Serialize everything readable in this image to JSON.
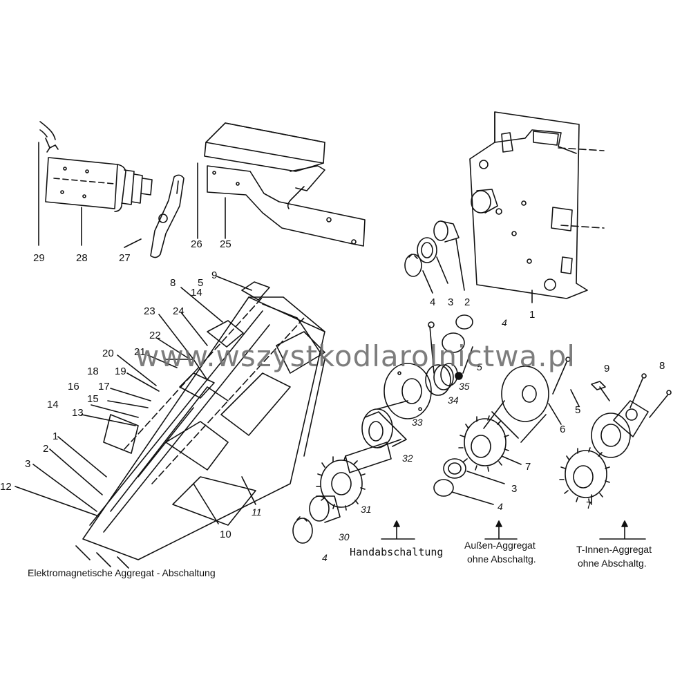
{
  "watermark": "www.wszystkodlarolnictwa.pl",
  "captions": {
    "electromagnetic": "Elektromagnetische Aggregat - Abschaltung",
    "manual": "Handabschaltung",
    "outer_line1": "Außen-Aggregat",
    "outer_line2": "ohne Abschaltg.",
    "inner_line1": "T-Innen-Aggregat",
    "inner_line2": "ohne Abschaltg."
  },
  "callouts": {
    "c29": "29",
    "c28": "28",
    "c27": "27",
    "c26": "26",
    "c25": "25",
    "c4a": "4",
    "c3a": "3",
    "c2a": "2",
    "c1a": "1",
    "c9a": "9",
    "c8a": "8",
    "c5a": "5",
    "c14a": "14",
    "c23": "23",
    "c24": "24",
    "c22": "22",
    "c21": "21",
    "c20": "20",
    "c19": "19",
    "c18": "18",
    "c17": "17",
    "c16": "16",
    "c15": "15",
    "c14b": "14",
    "c13": "13",
    "c1b": "1",
    "c2b": "2",
    "c3b": "3",
    "c12": "12",
    "c10": "10",
    "c11": "11",
    "c4b": "4",
    "c5b": "5",
    "c35": "35",
    "c34": "34",
    "c33": "33",
    "c32": "32",
    "c31": "31",
    "c30": "30",
    "c4c": "4",
    "c5c": "5",
    "c6": "6",
    "c7a": "7",
    "c3c": "3",
    "c4d": "4",
    "c9b": "9",
    "c8b": "8",
    "c7b": "7"
  }
}
